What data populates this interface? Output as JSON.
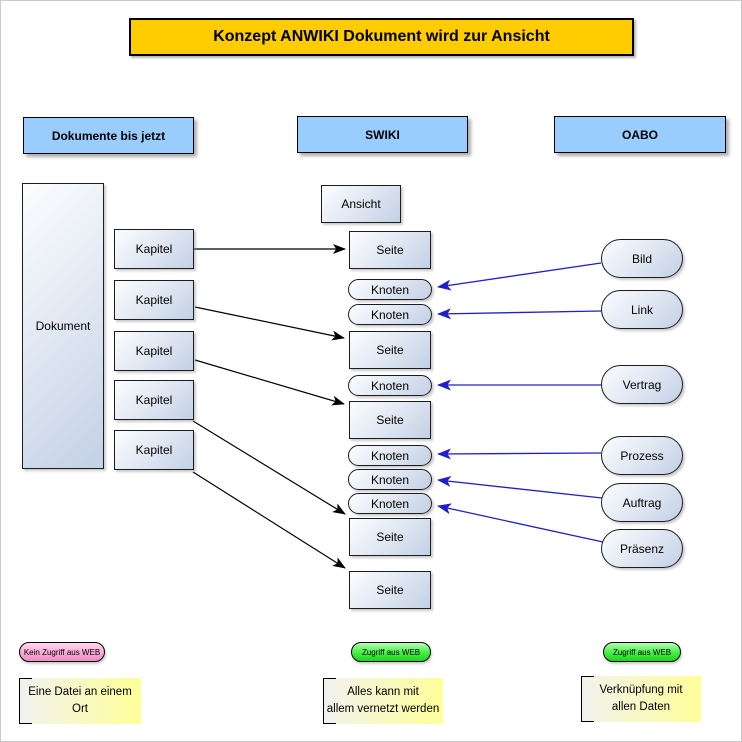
{
  "title": "Konzept ANWIKI Dokument wird zur Ansicht",
  "columns": {
    "left": {
      "header": "Dokumente bis jetzt"
    },
    "middle": {
      "header": "SWIKI"
    },
    "right": {
      "header": "OABO"
    }
  },
  "nodes": {
    "dokument": "Dokument",
    "ansicht": "Ansicht",
    "kapitel": [
      "Kapitel",
      "Kapitel",
      "Kapitel",
      "Kapitel",
      "Kapitel"
    ],
    "seiten": [
      "Seite",
      "Seite",
      "Seite",
      "Seite",
      "Seite"
    ],
    "knoten": [
      "Knoten",
      "Knoten",
      "Knoten",
      "Knoten",
      "Knoten",
      "Knoten"
    ],
    "oabo_items": [
      "Bild",
      "Link",
      "Vertrag",
      "Prozess",
      "Auftrag",
      "Präsenz"
    ]
  },
  "access_badges": {
    "left": "Kein Zugriff aus WEB",
    "middle": "Zugriff aus WEB",
    "right": "Zugriff aus WEB"
  },
  "notes": {
    "left": "Eine Datei an einem\nOrt",
    "middle": "Alles kann mit\nallem vernetzt werden",
    "right": "Verknüpfung mit\nallen Daten"
  },
  "colors": {
    "title_bg": "#FFCC00",
    "header_bg": "#99CCFF",
    "node_gradient_start": "#FCFDFE",
    "node_gradient_end": "#C3D0E5",
    "badge_no_access_pink": "#F9A8D4",
    "badge_access_green": "#44EE44",
    "note_yellow": "#FFFF99",
    "arrow_black": "#000000",
    "arrow_blue": "#2020C8"
  }
}
